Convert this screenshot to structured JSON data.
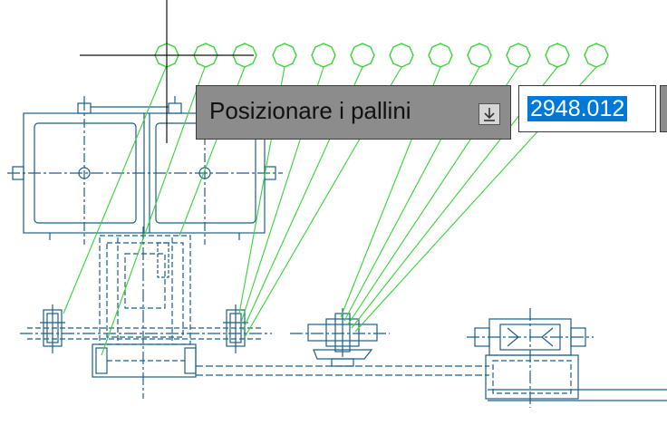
{
  "colors": {
    "background": "#ffffff",
    "drawing_lines": "#1b5f8a",
    "balloon_leaders": "#33d633",
    "crosshair": "#111111",
    "prompt_background": "#8c8c8c",
    "value_highlight": "#0078d7"
  },
  "dynamic_input": {
    "prompt_label": "Posizionare i pallini",
    "dropdown_icon": "download-arrow-icon",
    "value": "2948.012"
  },
  "balloons": {
    "count": 12
  },
  "cursor": {
    "type": "crosshair-icon"
  }
}
